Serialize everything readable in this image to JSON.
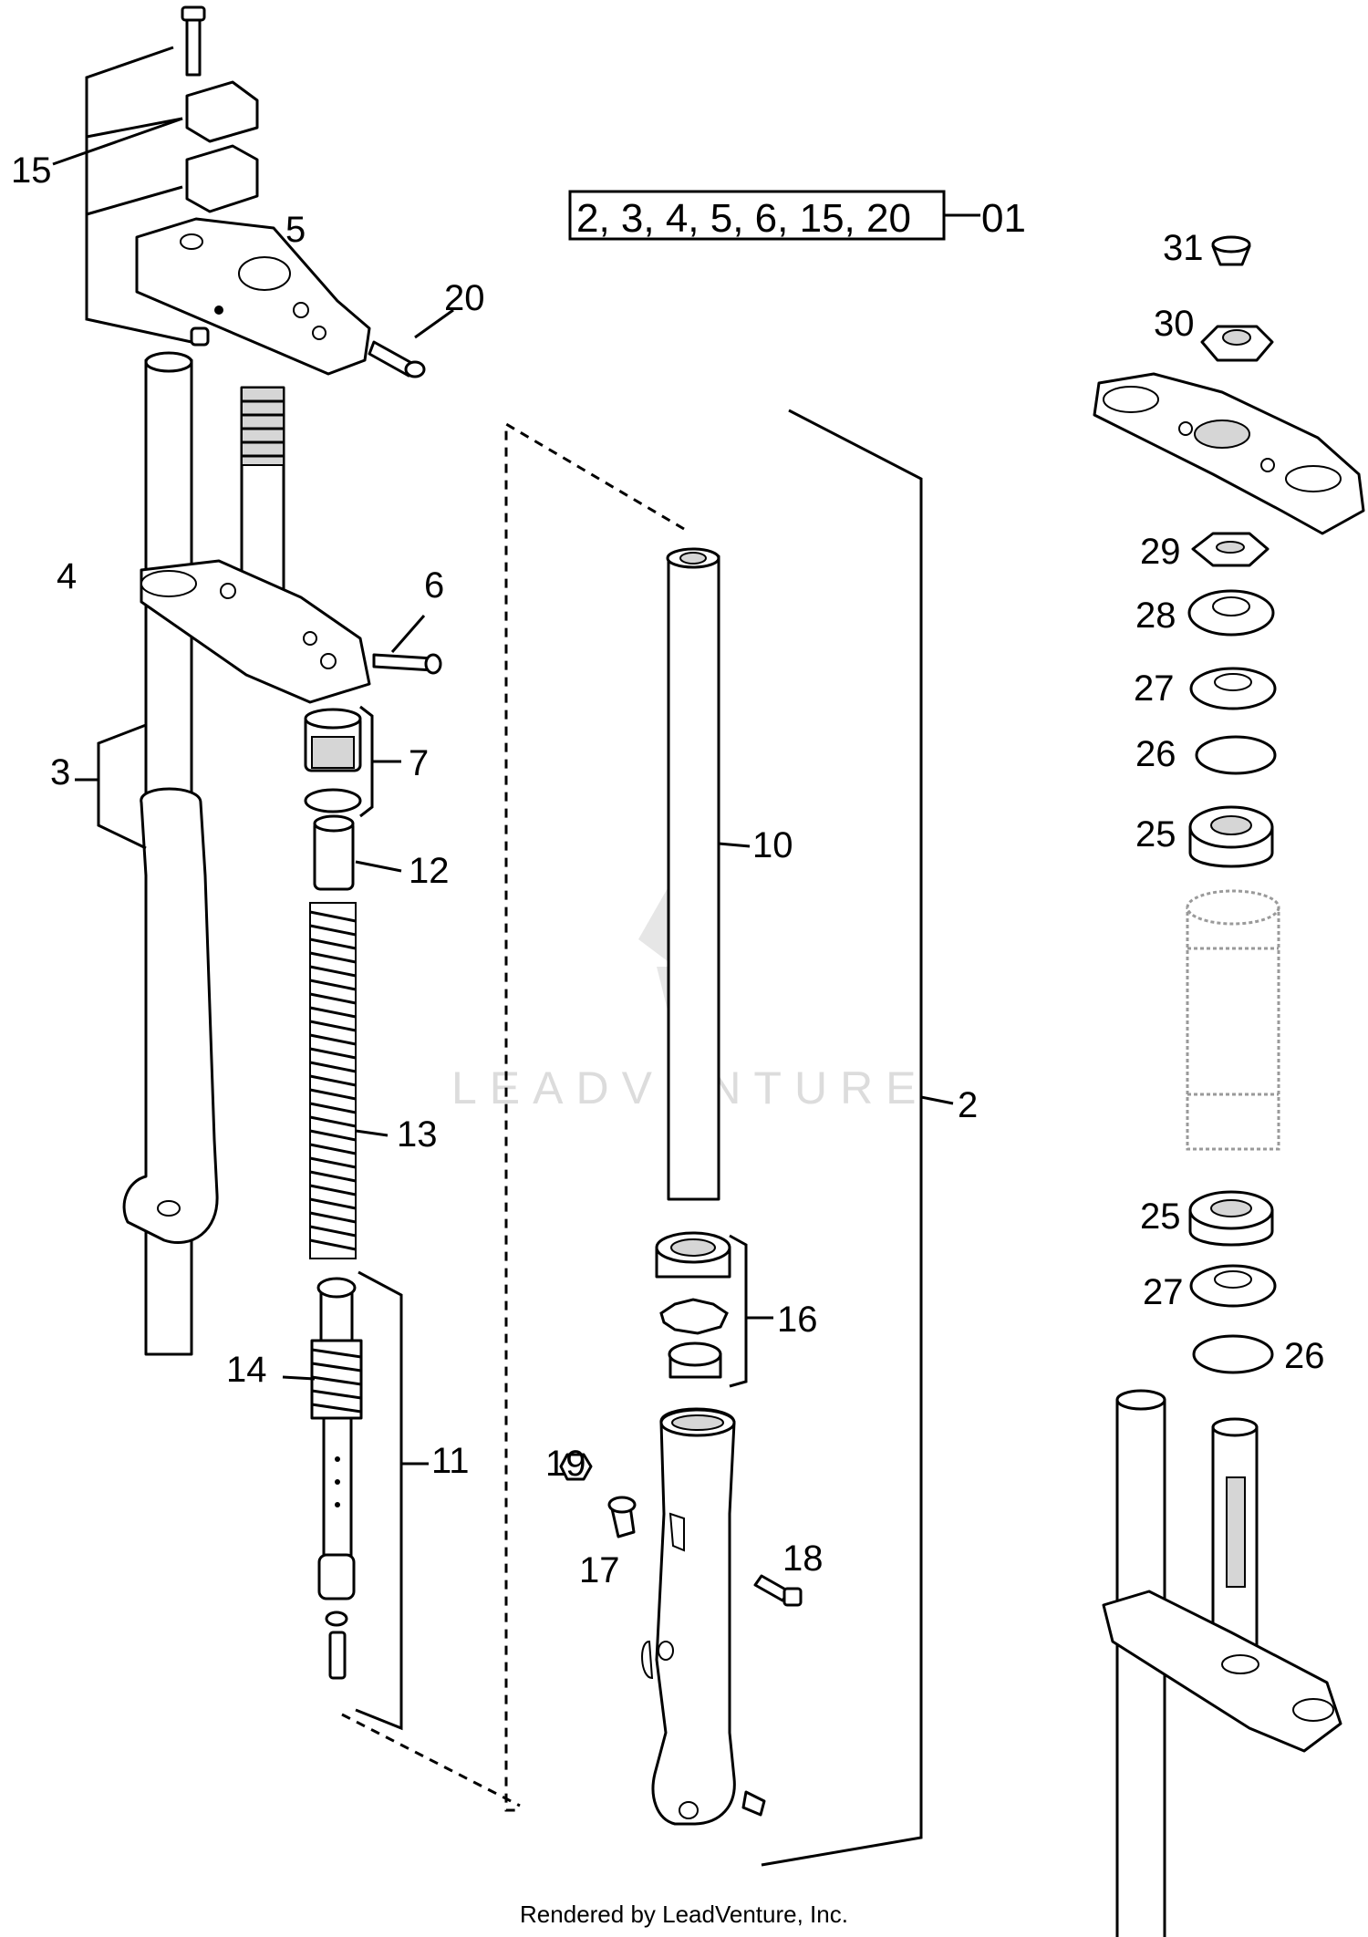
{
  "kit_box": {
    "label": "2, 3, 4, 5, 6, 15, 20",
    "suffix": "01"
  },
  "callouts": {
    "c2": "2",
    "c3": "3",
    "c4": "4",
    "c5": "5",
    "c6": "6",
    "c7": "7",
    "c10": "10",
    "c11": "11",
    "c12": "12",
    "c13": "13",
    "c14": "14",
    "c15": "15",
    "c16": "16",
    "c17": "17",
    "c18": "18",
    "c19": "19",
    "c20": "20",
    "c25a": "25",
    "c25b": "25",
    "c26a": "26",
    "c26b": "26",
    "c27a": "27",
    "c27b": "27",
    "c28": "28",
    "c29": "29",
    "c30": "30",
    "c31": "31"
  },
  "watermark": "LEADVENTURE",
  "footer": "Rendered by LeadVenture, Inc."
}
